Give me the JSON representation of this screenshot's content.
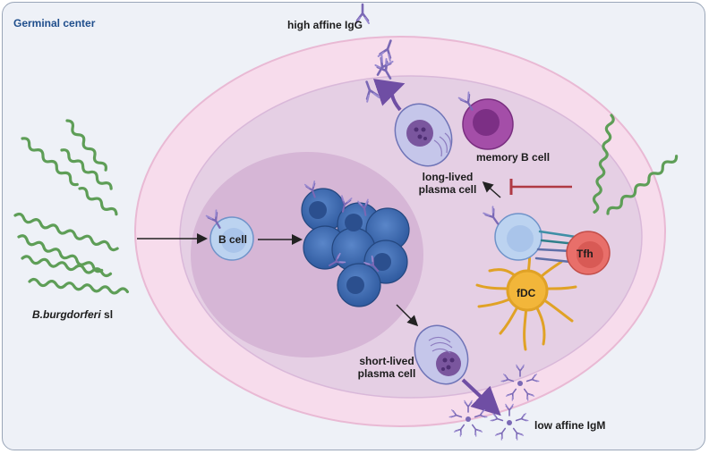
{
  "title": "Germinal center",
  "labels": {
    "bacteria_name": "B.burgdorferi",
    "bacteria_suffix": "sl",
    "b_cell": "B cell",
    "high_affine": "high affine IgG",
    "memory_b_cell": "memory B cell",
    "long_lived_1": "long-lived",
    "long_lived_2": "plasma cell",
    "short_lived_1": "short-lived",
    "short_lived_2": "plasma cell",
    "fdc": "fDC",
    "tfh": "Tfh",
    "low_affine": "low affine IgM"
  },
  "colors": {
    "background": "#eef1f7",
    "outer_zone": "#f7dcec",
    "light_zone": "#e5cfe4",
    "dark_zone": "#d6b6d6",
    "b_cell": "#bcd3f0",
    "dividing_b_cell": "#3f6cb4",
    "plasma_cell": "#c5c6ea",
    "memory_cell": "#a44ea8",
    "tfh": "#e86f6a",
    "fdc": "#f2b63a",
    "spirochete": "#5e9e57",
    "antibody": "#7a68b5",
    "inhibition": "#b03a44"
  },
  "icons": [
    "spirochete-icon",
    "antibody-icon",
    "igm-pentamer-icon",
    "inhibition-arrow-icon"
  ]
}
